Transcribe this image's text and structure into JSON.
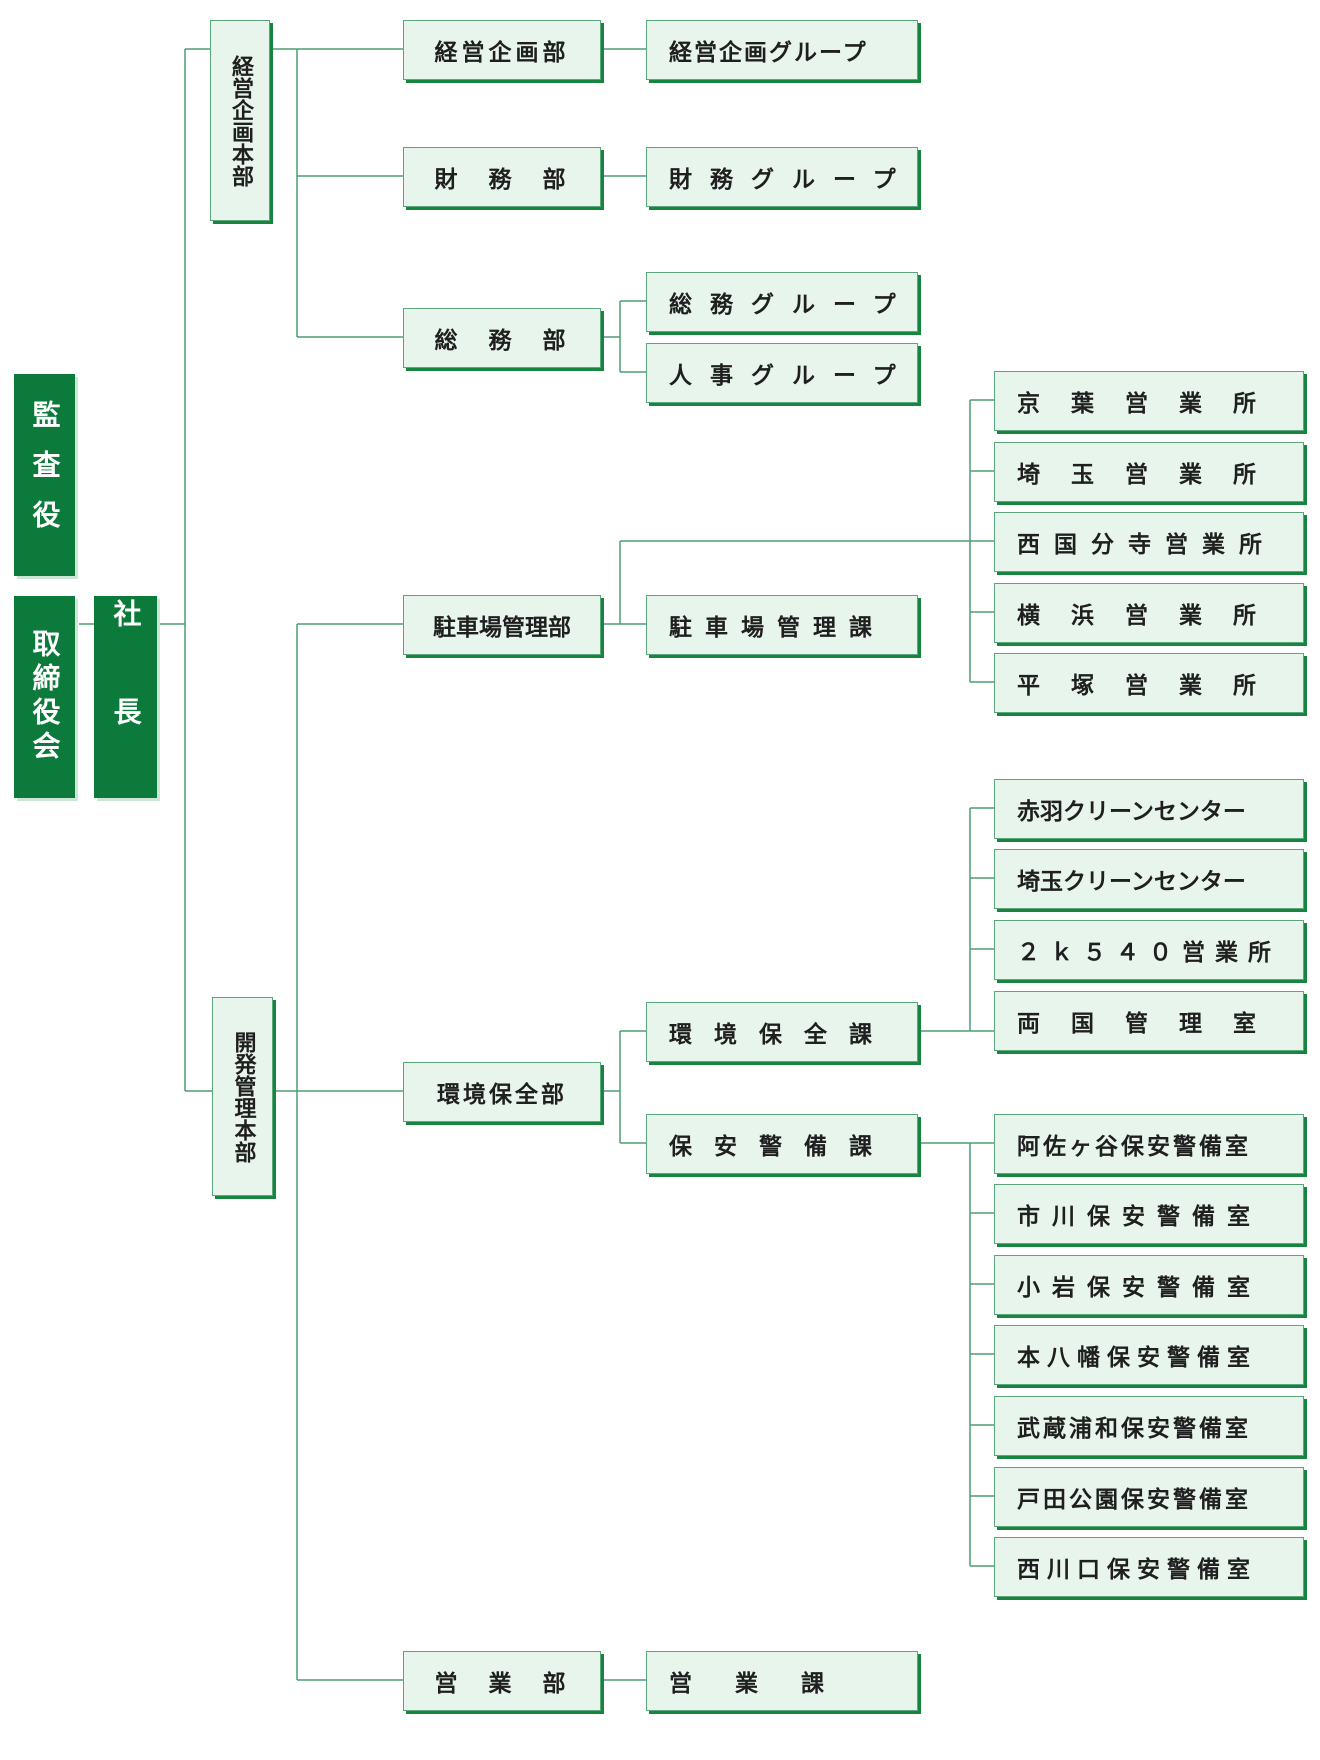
{
  "top": {
    "audit": "監査役",
    "board": "取締役会",
    "president": "社長"
  },
  "headquarters": {
    "planning": "経営企画本部",
    "development": "開発管理本部"
  },
  "departments": {
    "planning": "経営企画部",
    "finance": "財　務　部",
    "general_affairs": "総　務　部",
    "parking": "駐車場管理部",
    "environment": "環境保全部",
    "sales": "営　業　部"
  },
  "groups": {
    "planning_group": "経営企画グループ",
    "finance_group": "財務グループ",
    "general_group": "総務グループ",
    "hr_group": "人事グループ",
    "parking_section": "駐車場管理課",
    "env_section": "環境保全課",
    "security_section": "保安警備課",
    "sales_section": "営　業　課"
  },
  "parking_offices": [
    "京　葉　営　業　所",
    "埼　玉　営　業　所",
    "西国分寺営業所",
    "横　浜　営　業　所",
    "平　塚　営　業　所"
  ],
  "env_offices": [
    "赤羽クリーンセンター",
    "埼玉クリーンセンター",
    "２ｋ５４０営業所",
    "両　国　管　理　室"
  ],
  "security_offices": [
    "阿佐ヶ谷保安警備室",
    "市川保安警備室",
    "小岩保安警備室",
    "本八幡保安警備室",
    "武蔵浦和保安警備室",
    "戸田公園保安警備室",
    "西川口保安警備室"
  ],
  "colors": {
    "line": "#4f9e72",
    "box_fill": "#e8f5ec",
    "box_shadow": "#17843f",
    "solid_fill": "#0c7a3a"
  }
}
